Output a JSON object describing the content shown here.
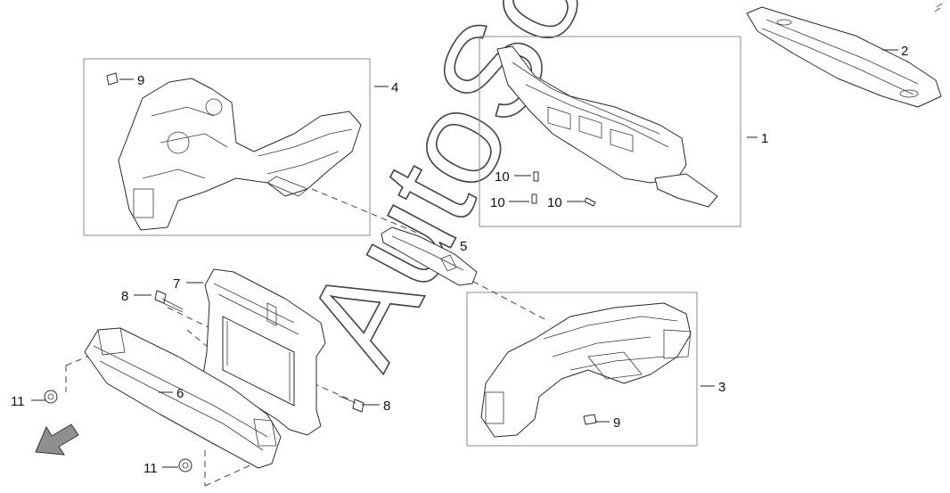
{
  "callouts": {
    "c1": "1",
    "c2": "2",
    "c3": "3",
    "c4": "4",
    "c5": "5",
    "c6": "6",
    "c7": "7",
    "c8a": "8",
    "c8b": "8",
    "c9a": "9",
    "c9b": "9",
    "c10a": "10",
    "c10b": "10",
    "c10c": "10",
    "c11a": "11",
    "c11b": "11"
  },
  "watermark": "AutoSoft",
  "icons": {
    "direction_arrow": "front-direction-arrow-icon"
  }
}
